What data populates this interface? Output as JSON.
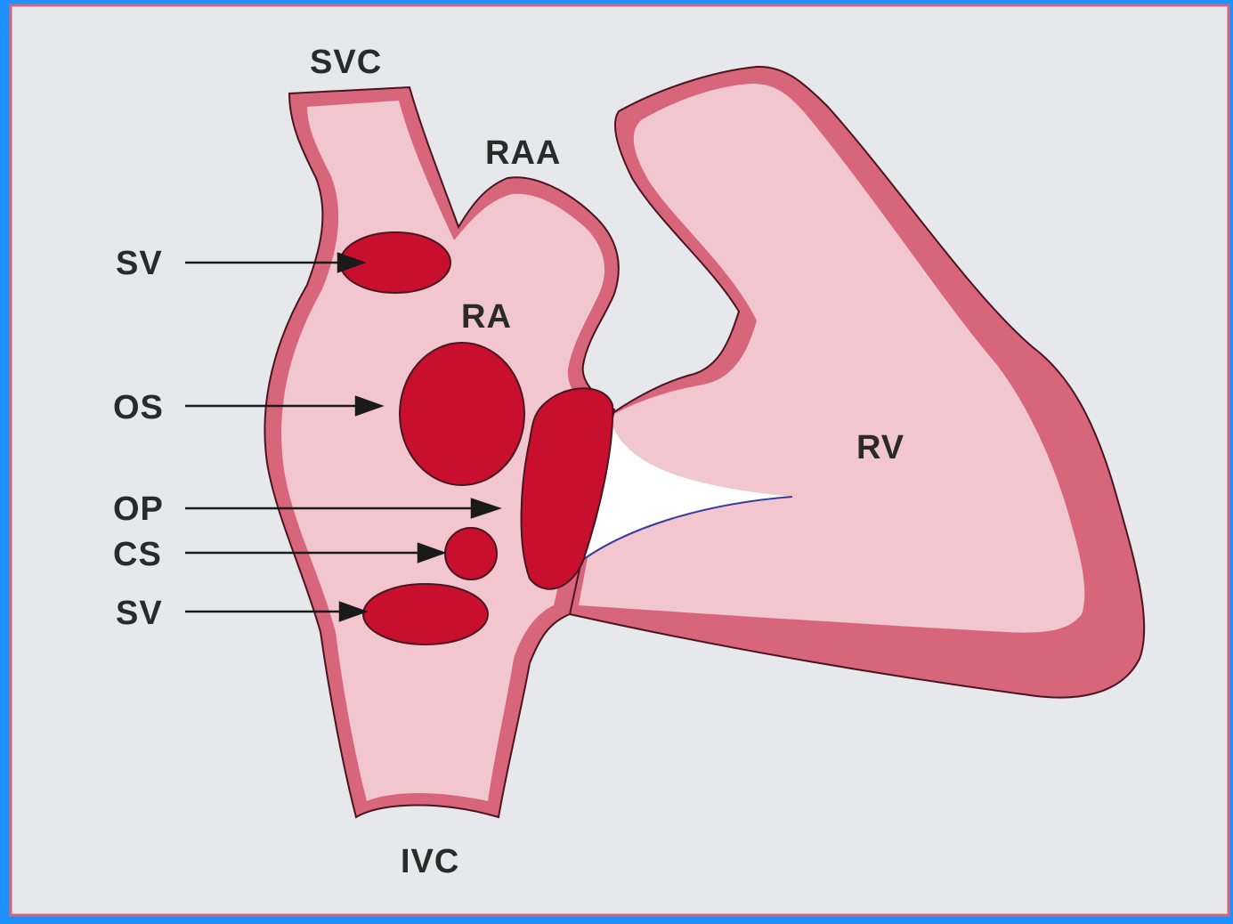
{
  "colors": {
    "frame": "#1e90ff",
    "background": "#e6e8ec",
    "tissue_fill": "#f2c6cf",
    "wall": "#d7667b",
    "wall_dark": "#c24c64",
    "structure": "#c8102e",
    "outline": "#4a1520",
    "valve_gap": "#ffffff",
    "label": "#2a2a2a"
  },
  "labels": {
    "svc": "SVC",
    "raa": "RAA",
    "ra": "RA",
    "rv": "RV",
    "ivc": "IVC",
    "sv_top": "SV",
    "os": "OS",
    "op": "OP",
    "cs": "CS",
    "sv_bottom": "SV"
  }
}
